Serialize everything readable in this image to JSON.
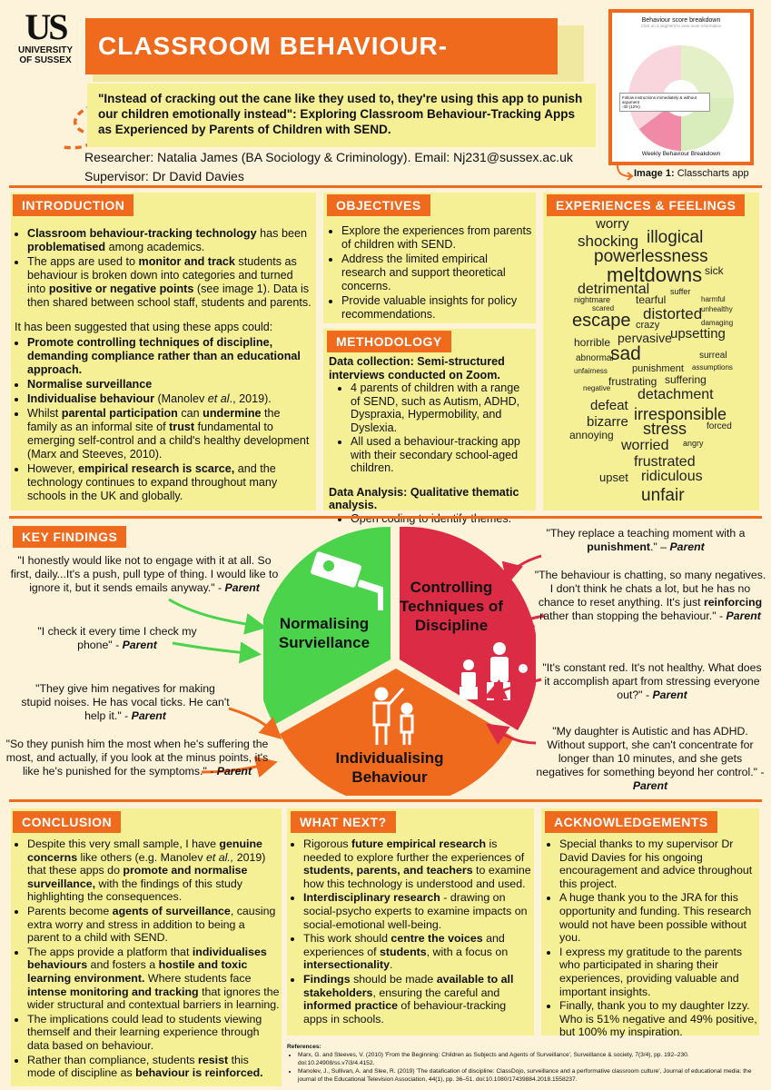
{
  "logo": {
    "mark": "US",
    "line1": "UNIVERSITY",
    "line2": "OF SUSSEX"
  },
  "title": "CLASSROOM BEHAVIOUR- TRACKING APPS",
  "subtitle": "\"Instead of cracking out the cane like they used to, they're using this app to punish our children emotionally instead\": Exploring Classroom Behaviour-Tracking Apps as Experienced by Parents of Children with SEND.",
  "researcher": "Researcher: Natalia James (BA Sociology & Criminology). Email: Nj231@sussex.ac.uk",
  "supervisor": "Supervisor: Dr David Davies",
  "screenshot": {
    "title": "Behaviour score breakdown",
    "hint": "Click on a segment to view more information",
    "tooltip_line1": "Follow instructions immediately & without argument",
    "tooltip_line2": "-30 (12%)",
    "footer": "Weekly Behaviour Breakdown",
    "caption_bold": "Image 1:",
    "caption_text": " Classcharts app"
  },
  "colors": {
    "accent": "#f06a1e",
    "panel": "#f5ef96",
    "background": "#fdf3da",
    "green": "#4cd34c",
    "red": "#dc2b45"
  },
  "introduction": {
    "header": "INTRODUCTION",
    "b1_bold": "Classroom behaviour-tracking technology",
    "b1_mid": " has been ",
    "b1_bold2": "problematised",
    "b1_end": " among academics.",
    "b2_a": "The apps are used to ",
    "b2_bold": "monitor and track",
    "b2_b": " students as behaviour is broken down into categories and turned into ",
    "b2_bold2": "positive or negative points",
    "b2_c": " (see image 1). Data is then shared between school staff, students and parents.",
    "para": "It has been suggested that using these apps could:",
    "b3": "Promote controlling techniques of discipline, demanding compliance rather than an educational approach.",
    "b4": "Normalise surveillance",
    "b5_bold": "Individualise behaviour",
    "b5_a": " (Manolev ",
    "b5_etal": "et al",
    "b5_b": "., 2019).",
    "b6_a": "Whilst ",
    "b6_bold": "parental participation",
    "b6_b": " can ",
    "b6_bold2": "undermine",
    "b6_c": " the family as an informal site of ",
    "b6_bold3": "trust",
    "b6_d": " fundamental to emerging self-control and a child's healthy development (Marx and Steeves, 2010).",
    "b7_a": "However, ",
    "b7_bold": "empirical research is scarce,",
    "b7_b": " and the technology continues to expand throughout many schools in the UK and globally."
  },
  "objectives": {
    "header": "OBJECTIVES",
    "items": [
      "Explore the experiences from parents of children with SEND.",
      "Address the limited empirical research and support theoretical concerns.",
      "Provide valuable insights for policy recommendations."
    ]
  },
  "methodology": {
    "header": "METHODOLOGY",
    "collection": "Data collection: Semi-structured interviews conducted on Zoom.",
    "items": [
      "4 parents of children with a range of SEND, such as Autism, ADHD, Dyspraxia, Hypermobility, and Dyslexia.",
      "All used a behaviour-tracking app with their secondary school-aged children."
    ],
    "analysis": "Data Analysis: Qualitative thematic analysis.",
    "analysis_item": "Open coding to identify themes."
  },
  "experiences": {
    "header": "EXPERIENCES & FEELINGS",
    "words": [
      "worry",
      "shocking",
      "illogical",
      "powerlessness",
      "meltdowns",
      "sick",
      "detrimental",
      "suffer",
      "nightmare",
      "tearful",
      "harmful",
      "scared",
      "distorted",
      "unhealthy",
      "escape",
      "crazy",
      "damaging",
      "horrible",
      "pervasive",
      "upsetting",
      "abnormal",
      "sad",
      "surreal",
      "unfairness",
      "punishment",
      "assumptions",
      "frustrating",
      "suffering",
      "negative",
      "detachment",
      "defeat",
      "irresponsible",
      "bizarre",
      "stress",
      "forced",
      "annoying",
      "worried",
      "angry",
      "frustrated",
      "upset",
      "ridiculous",
      "unfair"
    ]
  },
  "findings": {
    "header": "KEY FINDINGS",
    "themes": {
      "green": "Normalising Surviellance",
      "red": "Controlling Techniques of Discipline",
      "orange": "Individualising Behaviour"
    },
    "quotes": {
      "q1": "\"I honestly would like not to engage with it at all. So first, daily...It's a push, pull type of thing. I would like to ignore it, but it sends emails anyway.\" -",
      "q2": "\"I check it every time I check my phone\" -",
      "q3": "\"They give him negatives for making stupid noises. He has vocal ticks. He can't help it.\" -",
      "q4": "\"So they punish him the most when he's suffering the most, and actually, if you look at the minus points, it's like he's punished for the symptoms.\" -",
      "q5_a": "\"They replace a teaching moment with a ",
      "q5_bold": "punishment",
      "q5_b": ".\" –",
      "q6_a": "\"The behaviour is chatting, so many negatives. I don't think he chats a lot, but he has no chance to reset anything. It's just ",
      "q6_bold": "reinforcing",
      "q6_b": " rather than stopping the behaviour.\" -",
      "q7": "\"It's constant red. It's not healthy. What does it accomplish apart from stressing everyone out?\" -",
      "q8": "\"My daughter is Autistic and has ADHD. Without support, she can't concentrate for longer than 10 minutes, and she gets negatives for something beyond her control.\" -",
      "attribution": "Parent"
    }
  },
  "conclusion": {
    "header": "CONCLUSION",
    "c1_a": "Despite this very small sample, I have ",
    "c1_bold": "genuine concerns",
    "c1_b": " like others (e.g. Manolev ",
    "c1_etal": "et al.,",
    "c1_c": " 2019) that these apps do ",
    "c1_bold2": "promote and normalise surveillance,",
    "c1_d": " with the findings of this study highlighting the consequences.",
    "c2_a": "Parents become ",
    "c2_bold": "agents of surveillance",
    "c2_b": ", causing extra worry and stress in addition to being a parent to a child with SEND.",
    "c3_a": "The apps provide a platform that ",
    "c3_bold": "individualises behaviours",
    "c3_b": " and fosters a ",
    "c3_bold2": "hostile and toxic learning environment.",
    "c3_c": " Where students face ",
    "c3_bold3": "intense monitoring and tracking",
    "c3_d": " that ignores the wider structural and contextual barriers in learning.",
    "c4": "The implications could lead to students viewing themself and their learning experience through data based on behaviour.",
    "c5_a": "Rather than compliance, students ",
    "c5_bold": "resist",
    "c5_b": " this mode of discipline as ",
    "c5_bold2": "behaviour is reinforced."
  },
  "whatnext": {
    "header": "WHAT NEXT?",
    "w1_a": "Rigorous ",
    "w1_bold": "future empirical research",
    "w1_b": " is needed to explore further the experiences of ",
    "w1_bold2": "students, parents, and teachers",
    "w1_c": " to examine how this technology is understood and used.",
    "w2_bold": "Interdisciplinary research",
    "w2_a": " - drawing on social-psycho experts to examine impacts on social-emotional well-being.",
    "w3_a": "This work should ",
    "w3_bold": "centre the voices",
    "w3_b": " and experiences of ",
    "w3_bold2": "students",
    "w3_c": ", with a focus on ",
    "w3_bold3": "intersectionality",
    "w3_d": ".",
    "w4_bold": "Findings",
    "w4_a": " should be made ",
    "w4_bold2": "available to all stakeholders",
    "w4_b": ", ensuring the careful and ",
    "w4_bold3": "informed practice",
    "w4_c": " of behaviour-tracking apps in schools."
  },
  "acknowledgements": {
    "header": "ACKNOWLEDGEMENTS",
    "items": [
      "Special thanks to my supervisor Dr David Davies for his ongoing encouragement and advice throughout this project.",
      "A huge thank you to the JRA for this opportunity and funding. This research would not have been possible without you.",
      "I express my gratitude to the parents who participated in sharing their experiences, providing valuable and important insights.",
      "Finally, thank you to my daughter Izzy. Who is 51% negative and 49% positive, but 100% my inspiration."
    ]
  },
  "references": {
    "label": "References:",
    "r1": "Marx, G. and Steeves, V. (2010) 'From the Beginning: Children as Subjects and Agents of Surveillance', Surveillance & society, 7(3/4), pp. 192–230. doi:10.24908/ss.v7i3/4.4152.",
    "r2": "Manolev, J., Sullivan, A. and Slee, R. (2019) 'The datafication of discipline: ClassDojo, surveillance and a performative classroom culture', Journal of educational media: the journal of the Educational Television Association, 44(1), pp. 36–51. doi:10.1080/17439884.2018.1558237."
  }
}
